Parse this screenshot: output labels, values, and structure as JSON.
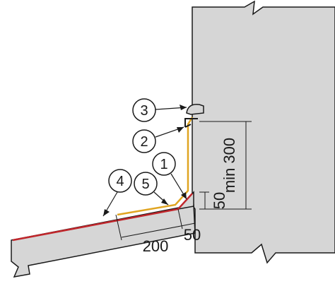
{
  "diagram": {
    "callouts": [
      {
        "number": "1",
        "part": "triangular-fillet"
      },
      {
        "number": "2",
        "part": "fixing-bracket"
      },
      {
        "number": "3",
        "part": "sealant-cap"
      },
      {
        "number": "4",
        "part": "roof-membrane"
      },
      {
        "number": "5",
        "part": "upstand-membrane"
      }
    ],
    "dimensions": {
      "upstand_height": "min 300",
      "fillet_height": "50",
      "overlap_length": "200",
      "fillet_width": "50"
    },
    "colors": {
      "wall_fill": "#d6d6d6",
      "line": "#1a1a1a",
      "roof_membrane": "#c0262b",
      "upstand_membrane": "#e0a522",
      "background": "#ffffff"
    }
  }
}
